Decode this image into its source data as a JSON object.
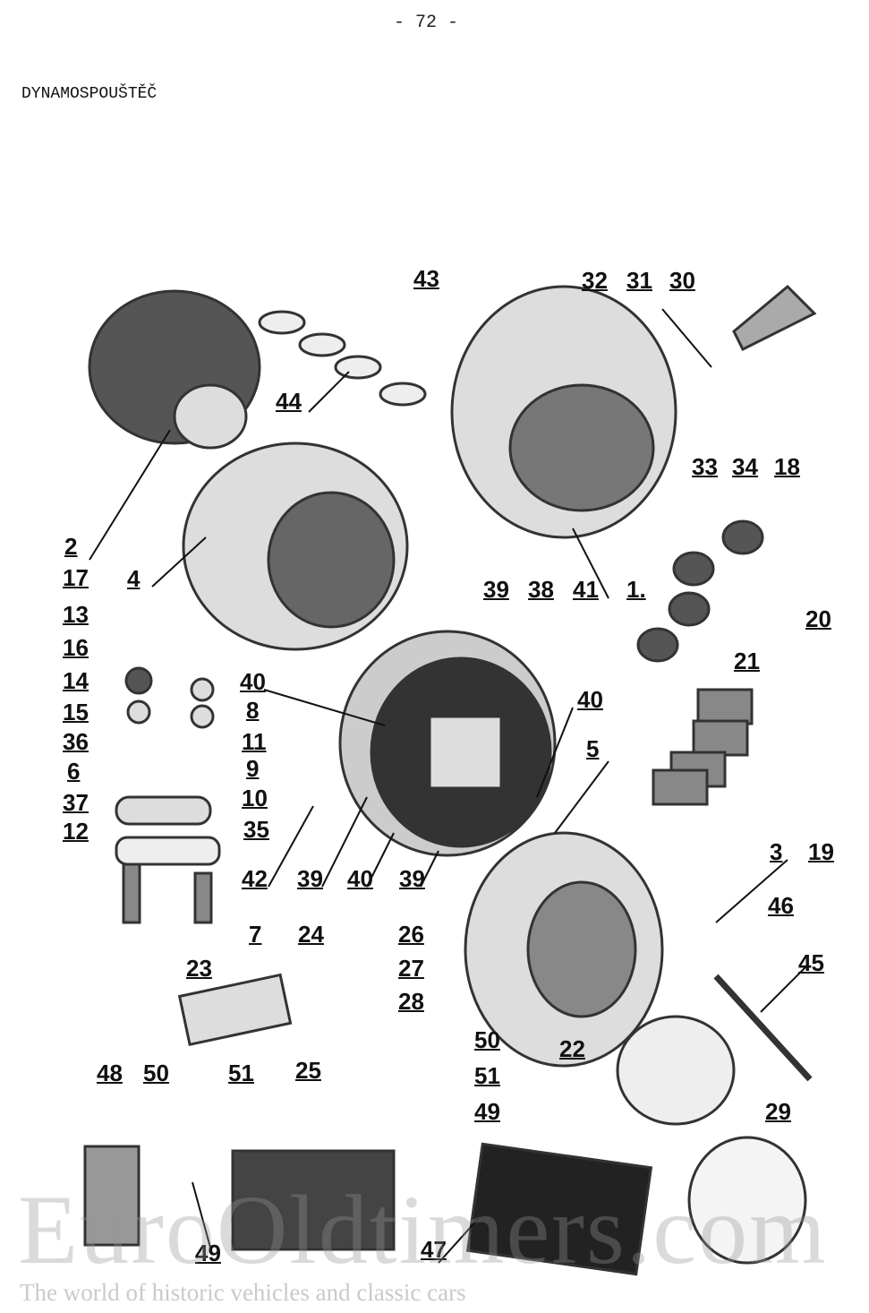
{
  "page_number": "- 72 -",
  "title": "DYNAMOSPOUŠTĚČ",
  "callouts": [
    "43",
    "32",
    "31",
    "30",
    "44",
    "33",
    "34",
    "18",
    "2",
    "17",
    "4",
    "39",
    "38",
    "41",
    "1.",
    "13",
    "20",
    "16",
    "21",
    "40",
    "14",
    "8",
    "40",
    "15",
    "11",
    "5",
    "36",
    "9",
    "6",
    "10",
    "37",
    "35",
    "12",
    "3",
    "19",
    "42",
    "39",
    "40",
    "39",
    "46",
    "7",
    "24",
    "26",
    "45",
    "23",
    "27",
    "28",
    "22",
    "50",
    "51",
    "25",
    "48",
    "50",
    "51",
    "49",
    "29",
    "49",
    "47"
  ],
  "watermark": {
    "logo": "EuroOldtimers.com",
    "tagline": "The world of historic vehicles and classic cars"
  }
}
